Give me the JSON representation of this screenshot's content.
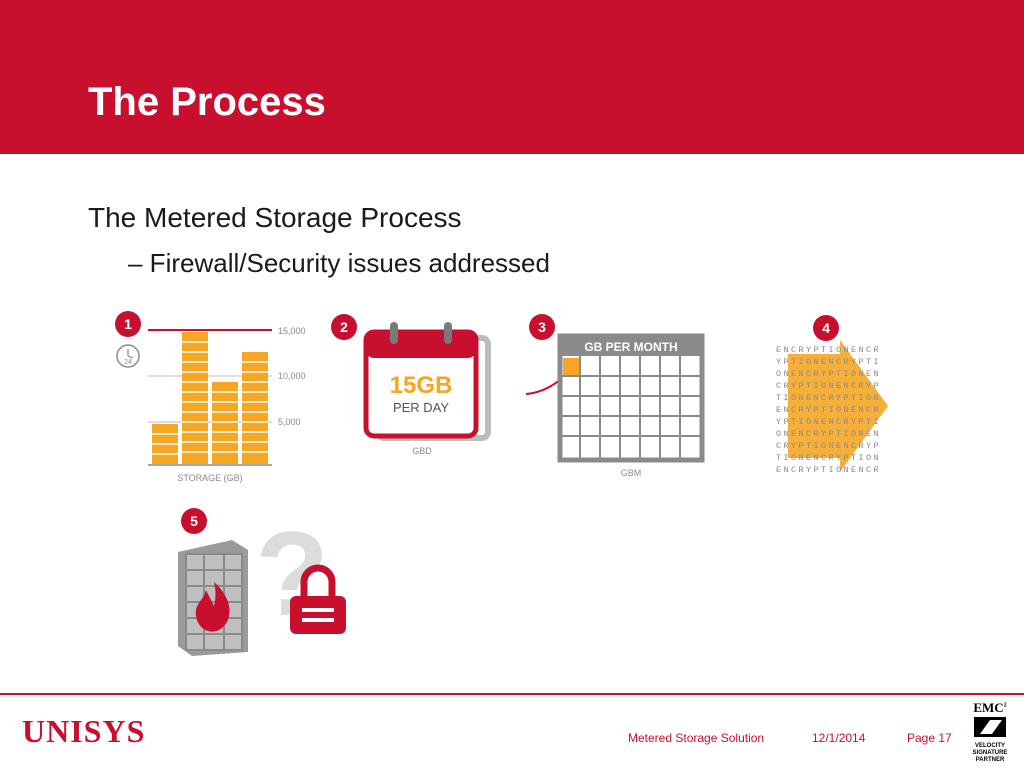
{
  "slide": {
    "title": "The Process",
    "bullet_level1": "The Metered Storage Process",
    "bullet_level2": "– Firewall/Security issues addressed"
  },
  "steps": {
    "one": "1",
    "two": "2",
    "three": "3",
    "four": "4",
    "five": "5"
  },
  "storage_chart": {
    "tick_15000": "15,000",
    "tick_10000": "10,000",
    "tick_5000": "5,000",
    "axis_label": "STORAGE (GB)",
    "clock_label": "24"
  },
  "calendar_day": {
    "amount": "15GB",
    "unit": "PER DAY",
    "caption": "GBD"
  },
  "calendar_month": {
    "header": "GB PER MONTH",
    "caption": "GBM"
  },
  "encryption": {
    "lines": [
      "ENCRYPTIONENCR",
      "YPTIONENCRYPTI",
      "ONENCRYPTIONEN",
      "CRYPTIONENCRYP",
      "TIONENCRYPTION",
      "ENCRYPTIONENCR",
      "YPTIONENCRYPTI",
      "ONENCRYPTIONEN",
      "CRYPTIONENCRYP",
      "TIONENCRYPTION",
      "ENCRYPTIONENCR"
    ]
  },
  "footer": {
    "logo": "UNISYS",
    "solution": "Metered Storage Solution",
    "date": "12/1/2014",
    "page": "Page 17",
    "partner_brand": "EMC",
    "partner_sup": "2",
    "partner_line1": "VELOCITY",
    "partner_line2": "SIGNATURE",
    "partner_line3": "PARTNER"
  },
  "colors": {
    "brand_red": "#c8102e",
    "chart_orange": "#f5a623",
    "grid_gray": "#8a8a8a"
  }
}
